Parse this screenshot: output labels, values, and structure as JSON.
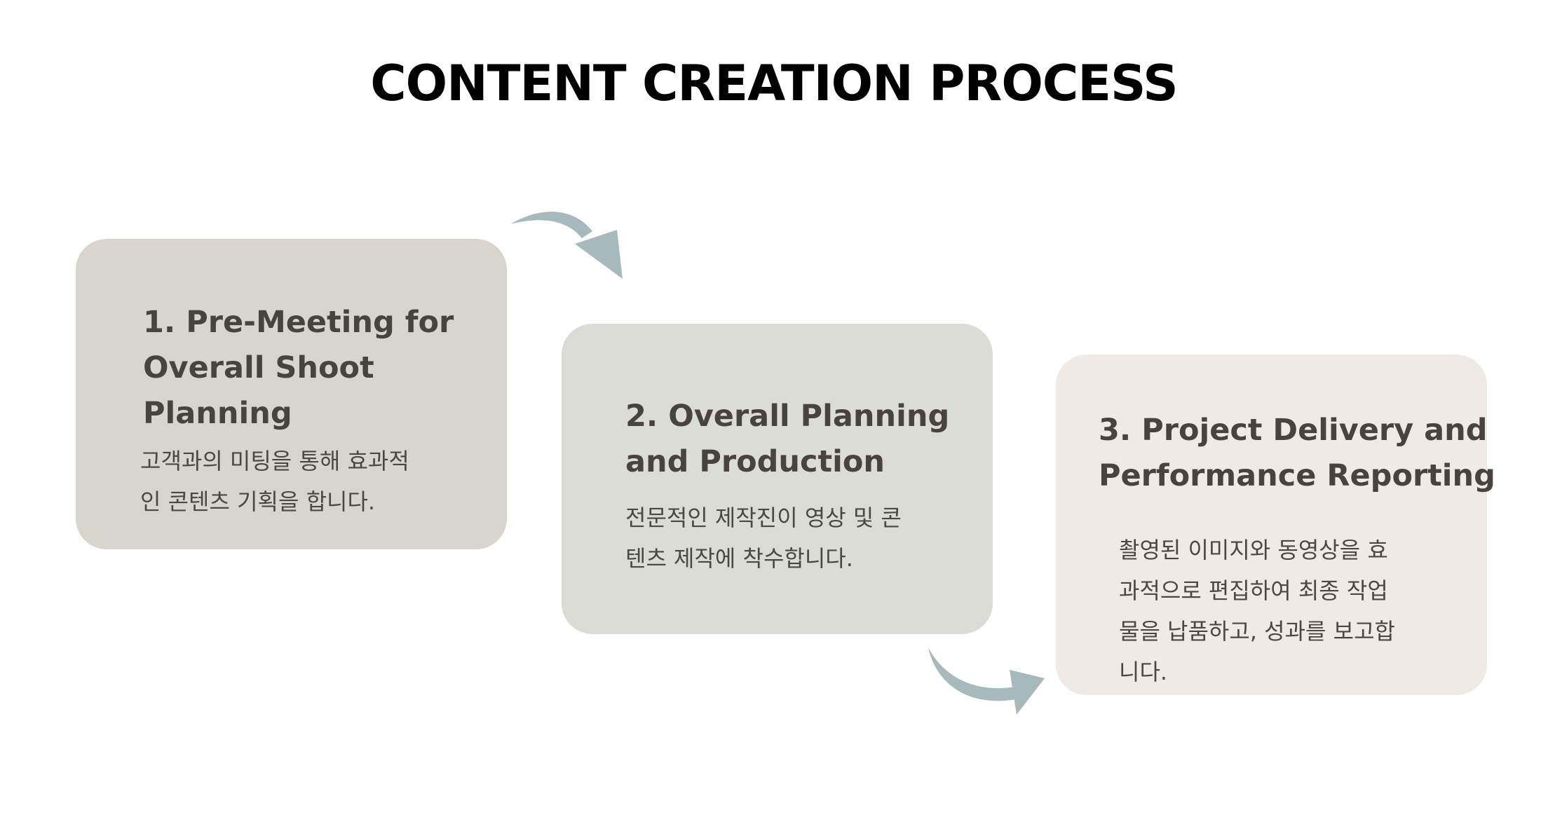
{
  "title": "CONTENT CREATION PROCESS",
  "colors": {
    "card_1_bg": "#d8d6cc",
    "card_2_bg": "#dcdcd7",
    "card_3_bg": "#f0eae6",
    "arrow": "#a8b9bd",
    "heading_text": "#46443c",
    "body_text": "#4a4842"
  },
  "steps": [
    {
      "heading_lines": [
        "1. Pre-Meeting for",
        "Overall Shoot",
        "Planning"
      ],
      "body_lines": [
        "고객과의 미팅을 통해 효과적",
        "인 콘텐츠 기획을 합니다."
      ]
    },
    {
      "heading_lines": [
        "2. Overall Planning",
        "and Production"
      ],
      "body_lines": [
        "전문적인 제작진이 영상 및 콘",
        "텐츠 제작에 착수합니다."
      ]
    },
    {
      "heading_lines": [
        "3. Project Delivery and",
        "Performance Reporting"
      ],
      "body_lines": [
        "촬영된 이미지와 동영상을 효",
        "과적으로 편집하여 최종 작업",
        "물을 납품하고, 성과를 보고합",
        "니다."
      ]
    }
  ],
  "connectors": [
    {
      "from": 1,
      "to": 2,
      "icon": "curved-arrow-icon"
    },
    {
      "from": 2,
      "to": 3,
      "icon": "curved-arrow-icon"
    }
  ]
}
